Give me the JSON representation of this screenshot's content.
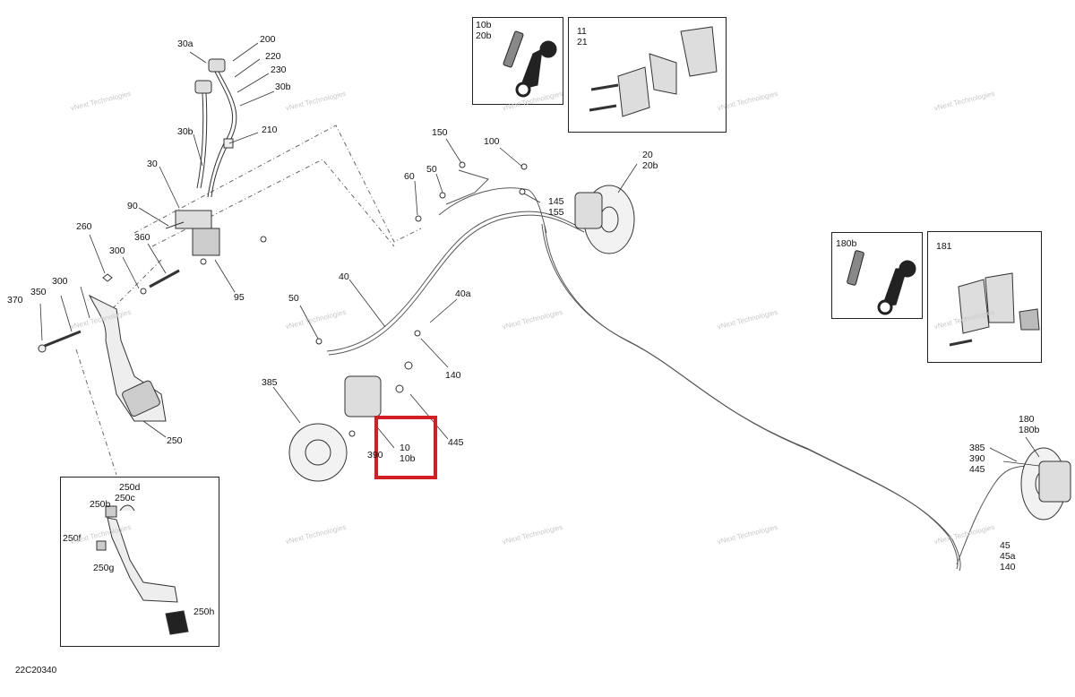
{
  "diagram_code": "22C20340",
  "watermark": "vNext Technologies",
  "labels": {
    "l200": "200",
    "l30a": "30a",
    "l220": "220",
    "l230": "230",
    "l30b_top": "30b",
    "l30b_mid": "30b",
    "l210": "210",
    "l30": "30",
    "l90": "90",
    "l260": "260",
    "l300_a": "300",
    "l360": "360",
    "l95": "95",
    "l370": "370",
    "l350": "350",
    "l300_b": "300",
    "l250": "250",
    "l250d": "250d",
    "l250c": "250c",
    "l250b": "250b",
    "l250f": "250f",
    "l250g": "250g",
    "l250h": "250h",
    "l150": "150",
    "l100": "100",
    "l50_a": "50",
    "l60": "60",
    "l145": "145",
    "l155": "155",
    "l20": "20",
    "l20b": "20b",
    "l40": "40",
    "l50_b": "50",
    "l40a": "40a",
    "l140": "140",
    "l385_a": "385",
    "l445": "445",
    "l10": "10",
    "l10b": "10b",
    "l390": "390",
    "l10b_box": "10b",
    "l20b_box": "20b",
    "l11": "11",
    "l21": "21",
    "l180b_box": "180b",
    "l181": "181",
    "l180": "180",
    "l180b": "180b",
    "l385_b": "385",
    "l390_b": "390",
    "l445_b": "445",
    "l45": "45",
    "l45a": "45a",
    "l140_b": "140"
  },
  "highlight": {
    "color": "#d21f26",
    "target": "10 10b"
  }
}
